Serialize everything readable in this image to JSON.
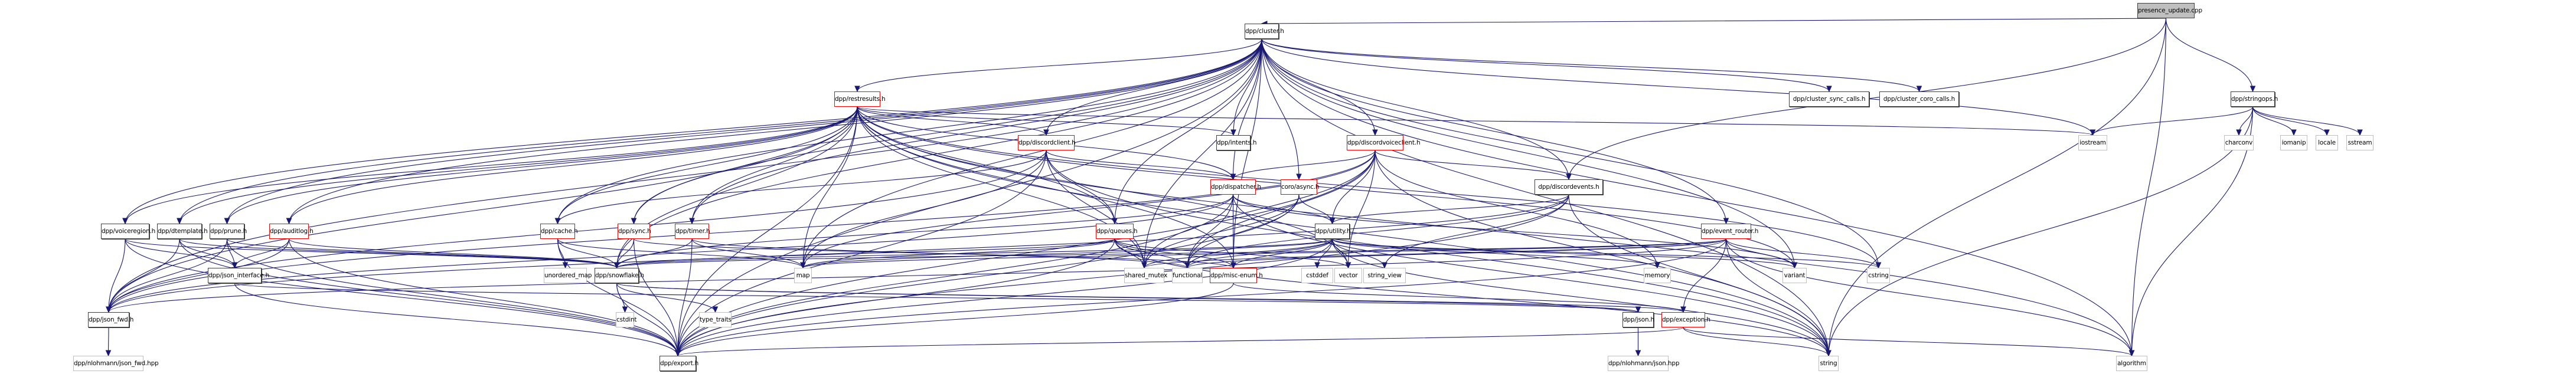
{
  "title": "presence_update.cpp include dependency graph",
  "colors": {
    "edge": "#191970",
    "root_fill": "#bfbfbf",
    "incomplete_border": "#ff0000",
    "documented_border": "#404040",
    "system_border": "#bfbfbf"
  },
  "nodes": [
    {
      "id": "root",
      "label": "presence_update.cpp",
      "kind": "root"
    },
    {
      "id": "cluster",
      "label": "dpp/cluster.h",
      "kind": "doc"
    },
    {
      "id": "restresults",
      "label": "dpp/restresults.h",
      "kind": "red"
    },
    {
      "id": "discordclient",
      "label": "dpp/discordclient.h",
      "kind": "red"
    },
    {
      "id": "intents",
      "label": "dpp/intents.h",
      "kind": "doc"
    },
    {
      "id": "discordvoiceclient",
      "label": "dpp/discordvoiceclient.h",
      "kind": "red"
    },
    {
      "id": "dispatcher",
      "label": "dpp/dispatcher.h",
      "kind": "red"
    },
    {
      "id": "async",
      "label": "coro/async.h",
      "kind": "red"
    },
    {
      "id": "discordevents",
      "label": "dpp/discordevents.h",
      "kind": "doc"
    },
    {
      "id": "utility",
      "label": "dpp/utility.h",
      "kind": "doc"
    },
    {
      "id": "event_router",
      "label": "dpp/event_router.h",
      "kind": "red"
    },
    {
      "id": "cluster_sync_calls",
      "label": "dpp/cluster_sync_calls.h",
      "kind": "doc"
    },
    {
      "id": "cluster_coro_calls",
      "label": "dpp/cluster_coro_calls.h",
      "kind": "doc"
    },
    {
      "id": "stringops",
      "label": "dpp/stringops.h",
      "kind": "doc"
    },
    {
      "id": "iostream",
      "label": "iostream",
      "kind": "std"
    },
    {
      "id": "charconv",
      "label": "charconv",
      "kind": "std"
    },
    {
      "id": "iomanip",
      "label": "iomanip",
      "kind": "std"
    },
    {
      "id": "locale",
      "label": "locale",
      "kind": "std"
    },
    {
      "id": "sstream",
      "label": "sstream",
      "kind": "std"
    },
    {
      "id": "voiceregion",
      "label": "dpp/voiceregion.h",
      "kind": "doc"
    },
    {
      "id": "dtemplate",
      "label": "dpp/dtemplate.h",
      "kind": "doc"
    },
    {
      "id": "prune",
      "label": "dpp/prune.h",
      "kind": "doc"
    },
    {
      "id": "auditlog",
      "label": "dpp/auditlog.h",
      "kind": "red"
    },
    {
      "id": "cache",
      "label": "dpp/cache.h",
      "kind": "red"
    },
    {
      "id": "sync",
      "label": "dpp/sync.h",
      "kind": "red"
    },
    {
      "id": "timer",
      "label": "dpp/timer.h",
      "kind": "red"
    },
    {
      "id": "queues",
      "label": "dpp/queues.h",
      "kind": "red"
    },
    {
      "id": "json_interface",
      "label": "dpp/json_interface.h",
      "kind": "doc"
    },
    {
      "id": "unordered_map",
      "label": "unordered_map",
      "kind": "std"
    },
    {
      "id": "snowflake",
      "label": "dpp/snowflake.h",
      "kind": "doc"
    },
    {
      "id": "map",
      "label": "map",
      "kind": "std"
    },
    {
      "id": "shared_mutex",
      "label": "shared_mutex",
      "kind": "std"
    },
    {
      "id": "functional",
      "label": "functional",
      "kind": "std"
    },
    {
      "id": "misc_enum",
      "label": "dpp/misc-enum.h",
      "kind": "red"
    },
    {
      "id": "cstddef",
      "label": "cstddef",
      "kind": "std"
    },
    {
      "id": "vector",
      "label": "vector",
      "kind": "std"
    },
    {
      "id": "string_view",
      "label": "string_view",
      "kind": "std"
    },
    {
      "id": "memory",
      "label": "memory",
      "kind": "std"
    },
    {
      "id": "variant",
      "label": "variant",
      "kind": "std"
    },
    {
      "id": "cstring",
      "label": "cstring",
      "kind": "std"
    },
    {
      "id": "json_fwd",
      "label": "dpp/json_fwd.h",
      "kind": "doc"
    },
    {
      "id": "nlohmann_json_fwd",
      "label": "dpp/nlohmann/json_fwd.hpp",
      "kind": "std"
    },
    {
      "id": "cstdint",
      "label": "cstdint",
      "kind": "std"
    },
    {
      "id": "type_traits",
      "label": "type_traits",
      "kind": "std"
    },
    {
      "id": "json",
      "label": "dpp/json.h",
      "kind": "doc"
    },
    {
      "id": "exception",
      "label": "dpp/exception.h",
      "kind": "red"
    },
    {
      "id": "nlohmann_json",
      "label": "dpp/nlohmann/json.hpp",
      "kind": "std"
    },
    {
      "id": "string",
      "label": "string",
      "kind": "std"
    },
    {
      "id": "algorithm",
      "label": "algorithm",
      "kind": "std"
    },
    {
      "id": "export",
      "label": "dpp/export.h",
      "kind": "doc"
    }
  ],
  "edges": [
    [
      "root",
      "cluster"
    ],
    [
      "root",
      "discordevents"
    ],
    [
      "root",
      "stringops"
    ],
    [
      "root",
      "string"
    ],
    [
      "root",
      "algorithm"
    ],
    [
      "cluster",
      "restresults"
    ],
    [
      "cluster",
      "discordclient"
    ],
    [
      "cluster",
      "intents"
    ],
    [
      "cluster",
      "discordvoiceclient"
    ],
    [
      "cluster",
      "dispatcher"
    ],
    [
      "cluster",
      "async"
    ],
    [
      "cluster",
      "discordevents"
    ],
    [
      "cluster",
      "event_router"
    ],
    [
      "cluster",
      "cluster_sync_calls"
    ],
    [
      "cluster",
      "cluster_coro_calls"
    ],
    [
      "cluster",
      "iostream"
    ],
    [
      "cluster",
      "json_fwd"
    ],
    [
      "cluster",
      "export"
    ],
    [
      "cluster",
      "voiceregion"
    ],
    [
      "cluster",
      "dtemplate"
    ],
    [
      "cluster",
      "prune"
    ],
    [
      "cluster",
      "auditlog"
    ],
    [
      "cluster",
      "cache"
    ],
    [
      "cluster",
      "sync"
    ],
    [
      "cluster",
      "timer"
    ],
    [
      "cluster",
      "queues"
    ],
    [
      "cluster",
      "snowflake"
    ],
    [
      "cluster",
      "map"
    ],
    [
      "cluster",
      "shared_mutex"
    ],
    [
      "cluster",
      "misc_enum"
    ],
    [
      "cluster",
      "variant"
    ],
    [
      "cluster",
      "cstring"
    ],
    [
      "cluster",
      "string"
    ],
    [
      "cluster",
      "algorithm"
    ],
    [
      "restresults",
      "discordclient"
    ],
    [
      "restresults",
      "intents"
    ],
    [
      "restresults",
      "dispatcher"
    ],
    [
      "restresults",
      "voiceregion"
    ],
    [
      "restresults",
      "dtemplate"
    ],
    [
      "restresults",
      "prune"
    ],
    [
      "restresults",
      "auditlog"
    ],
    [
      "restresults",
      "cache"
    ],
    [
      "restresults",
      "sync"
    ],
    [
      "restresults",
      "timer"
    ],
    [
      "restresults",
      "queues"
    ],
    [
      "restresults",
      "json_fwd"
    ],
    [
      "restresults",
      "export"
    ],
    [
      "restresults",
      "snowflake"
    ],
    [
      "restresults",
      "map"
    ],
    [
      "restresults",
      "shared_mutex"
    ],
    [
      "restresults",
      "misc_enum"
    ],
    [
      "restresults",
      "iostream"
    ],
    [
      "restresults",
      "string"
    ],
    [
      "restresults",
      "vector"
    ],
    [
      "restresults",
      "variant"
    ],
    [
      "restresults",
      "cstring"
    ],
    [
      "restresults",
      "algorithm"
    ],
    [
      "discordclient",
      "dispatcher"
    ],
    [
      "discordclient",
      "json_fwd"
    ],
    [
      "discordclient",
      "export"
    ],
    [
      "discordclient",
      "map"
    ],
    [
      "discordclient",
      "shared_mutex"
    ],
    [
      "discordclient",
      "queues"
    ],
    [
      "discordclient",
      "string"
    ],
    [
      "discordclient",
      "cache"
    ],
    [
      "discordvoiceclient",
      "discordevents"
    ],
    [
      "discordvoiceclient",
      "dispatcher"
    ],
    [
      "discordvoiceclient",
      "utility"
    ],
    [
      "discordvoiceclient",
      "json_fwd"
    ],
    [
      "discordvoiceclient",
      "export"
    ],
    [
      "discordvoiceclient",
      "map"
    ],
    [
      "discordvoiceclient",
      "memory"
    ],
    [
      "discordvoiceclient",
      "vector"
    ],
    [
      "discordvoiceclient",
      "string"
    ],
    [
      "discordvoiceclient",
      "functional"
    ],
    [
      "discordvoiceclient",
      "shared_mutex"
    ],
    [
      "dispatcher",
      "utility"
    ],
    [
      "dispatcher",
      "misc_enum"
    ],
    [
      "dispatcher",
      "functional"
    ],
    [
      "dispatcher",
      "snowflake"
    ],
    [
      "dispatcher",
      "json_fwd"
    ],
    [
      "dispatcher",
      "export"
    ],
    [
      "dispatcher",
      "variant"
    ],
    [
      "dispatcher",
      "string"
    ],
    [
      "async",
      "utility"
    ],
    [
      "async",
      "functional"
    ],
    [
      "async",
      "shared_mutex"
    ],
    [
      "async",
      "export"
    ],
    [
      "discordevents",
      "utility"
    ],
    [
      "discordevents",
      "string_view"
    ],
    [
      "discordevents",
      "json_fwd"
    ],
    [
      "discordevents",
      "export"
    ],
    [
      "discordevents",
      "functional"
    ],
    [
      "discordevents",
      "string"
    ],
    [
      "utility",
      "cstddef"
    ],
    [
      "utility",
      "vector"
    ],
    [
      "utility",
      "string_view"
    ],
    [
      "utility",
      "functional"
    ],
    [
      "utility",
      "memory"
    ],
    [
      "utility",
      "misc_enum"
    ],
    [
      "utility",
      "map"
    ],
    [
      "utility",
      "export"
    ],
    [
      "utility",
      "string"
    ],
    [
      "utility",
      "variant"
    ],
    [
      "utility",
      "cstring"
    ],
    [
      "utility",
      "shared_mutex"
    ],
    [
      "utility",
      "snowflake"
    ],
    [
      "event_router",
      "exception"
    ],
    [
      "event_router",
      "variant"
    ],
    [
      "event_router",
      "cstring"
    ],
    [
      "event_router",
      "string"
    ],
    [
      "event_router",
      "json_fwd"
    ],
    [
      "event_router",
      "functional"
    ],
    [
      "event_router",
      "map"
    ],
    [
      "event_router",
      "algorithm"
    ],
    [
      "event_router",
      "export"
    ],
    [
      "event_router",
      "snowflake"
    ],
    [
      "event_router",
      "shared_mutex"
    ],
    [
      "stringops",
      "iostream"
    ],
    [
      "stringops",
      "charconv"
    ],
    [
      "stringops",
      "iomanip"
    ],
    [
      "stringops",
      "locale"
    ],
    [
      "stringops",
      "sstream"
    ],
    [
      "stringops",
      "string"
    ],
    [
      "stringops",
      "algorithm"
    ],
    [
      "voiceregion",
      "json_fwd"
    ],
    [
      "voiceregion",
      "json_interface"
    ],
    [
      "voiceregion",
      "export"
    ],
    [
      "voiceregion",
      "snowflake"
    ],
    [
      "dtemplate",
      "json_fwd"
    ],
    [
      "dtemplate",
      "json_interface"
    ],
    [
      "dtemplate",
      "export"
    ],
    [
      "dtemplate",
      "snowflake"
    ],
    [
      "prune",
      "json_fwd"
    ],
    [
      "prune",
      "json_interface"
    ],
    [
      "prune",
      "export"
    ],
    [
      "prune",
      "snowflake"
    ],
    [
      "auditlog",
      "json_fwd"
    ],
    [
      "auditlog",
      "json_interface"
    ],
    [
      "auditlog",
      "export"
    ],
    [
      "auditlog",
      "snowflake"
    ],
    [
      "cache",
      "unordered_map"
    ],
    [
      "cache",
      "snowflake"
    ],
    [
      "cache",
      "export"
    ],
    [
      "cache",
      "map"
    ],
    [
      "sync",
      "snowflake"
    ],
    [
      "sync",
      "export"
    ],
    [
      "sync",
      "misc_enum"
    ],
    [
      "timer",
      "snowflake"
    ],
    [
      "timer",
      "export"
    ],
    [
      "timer",
      "map"
    ],
    [
      "timer",
      "functional"
    ],
    [
      "queues",
      "shared_mutex"
    ],
    [
      "queues",
      "functional"
    ],
    [
      "queues",
      "misc_enum"
    ],
    [
      "queues",
      "export"
    ],
    [
      "queues",
      "map"
    ],
    [
      "queues",
      "vector"
    ],
    [
      "queues",
      "string"
    ],
    [
      "queues",
      "snowflake"
    ],
    [
      "json_interface",
      "export"
    ],
    [
      "json_interface",
      "json"
    ],
    [
      "snowflake",
      "cstdint"
    ],
    [
      "snowflake",
      "type_traits"
    ],
    [
      "snowflake",
      "export"
    ],
    [
      "snowflake",
      "json"
    ],
    [
      "snowflake",
      "exception"
    ],
    [
      "misc_enum",
      "export"
    ],
    [
      "misc_enum",
      "exception"
    ],
    [
      "json_fwd",
      "nlohmann_json_fwd"
    ],
    [
      "json",
      "nlohmann_json"
    ],
    [
      "exception",
      "string"
    ],
    [
      "exception",
      "algorithm"
    ],
    [
      "exception",
      "export"
    ]
  ]
}
